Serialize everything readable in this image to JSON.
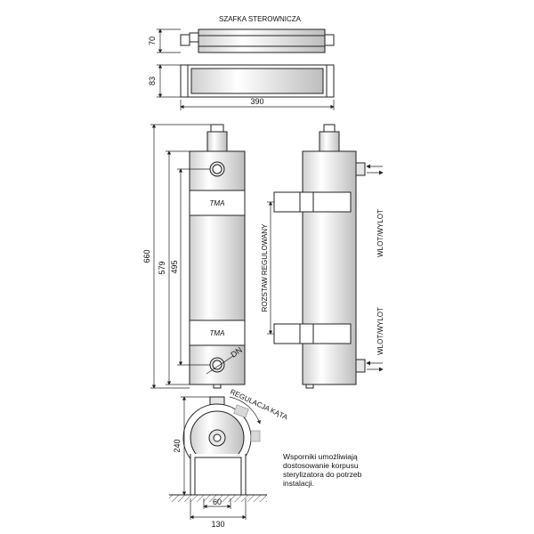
{
  "labels": {
    "control_box": "SZAFKA STEROWNICZA",
    "adjustable_stand": "ROZSTAW REGULOWANY",
    "inlet_outlet_top": "WLOT/WYLOT",
    "inlet_outlet_bottom": "WLOT/WYLOT",
    "dn": "DN",
    "angle_adjust": "REGULACJA KĄTA",
    "logo_top": "TMA",
    "logo_bottom": "TMA"
  },
  "dimensions": {
    "box_depth": "70",
    "box_height": "83",
    "box_length": "390",
    "total_height": "660",
    "height_579": "579",
    "port_spacing": "495",
    "end_view_height": "240",
    "bracket_width": "60",
    "base_width": "130"
  },
  "note_lines": [
    "Wsporniki umożliwiają",
    "dostosowanie korpusu",
    "sterylizatora do potrzeb",
    "instalacji."
  ],
  "colors": {
    "line": "#222222",
    "fill": "#ffffff",
    "shade": "#d8d8d8",
    "ground": "#888888"
  }
}
